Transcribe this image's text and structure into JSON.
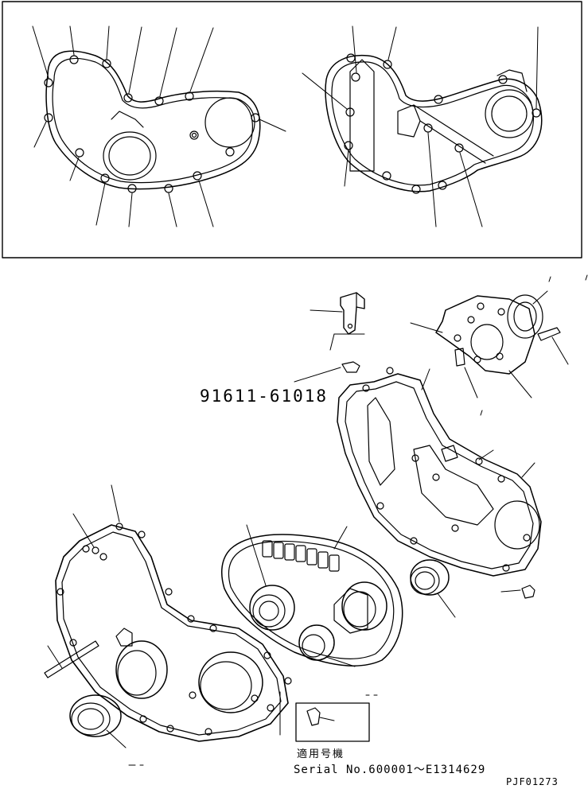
{
  "part_number": "91611-61018",
  "applicable_model_label": "適用号機",
  "serial_label": "Serial No.600001～E1314629",
  "drawing_code": "PJF01273",
  "colors": {
    "line": "#000000",
    "background": "#ffffff"
  }
}
